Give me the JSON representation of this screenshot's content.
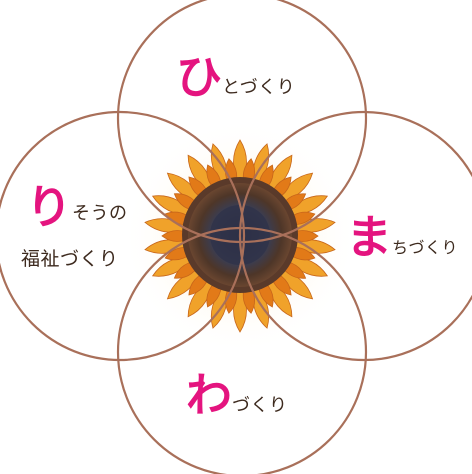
{
  "diagram": {
    "colors": {
      "circle_stroke": "#a9705a",
      "accent_character": "#e4147f",
      "label_text": "#3d2a1e",
      "petal_outer": "#f0a22a",
      "petal_inner": "#e27a18",
      "disk_outer": "#5a3a2a",
      "disk_inner": "#33354a"
    },
    "illustration": "sunflower",
    "circles": [
      {
        "id": "top",
        "initial": "ひ",
        "rest": "とづくり"
      },
      {
        "id": "left",
        "initial": "り",
        "rest_line1": "そうの",
        "rest_line2": "福祉づくり"
      },
      {
        "id": "right",
        "initial": "ま",
        "rest": "ちづくり"
      },
      {
        "id": "bottom",
        "initial": "わ",
        "rest": "づくり"
      }
    ]
  }
}
